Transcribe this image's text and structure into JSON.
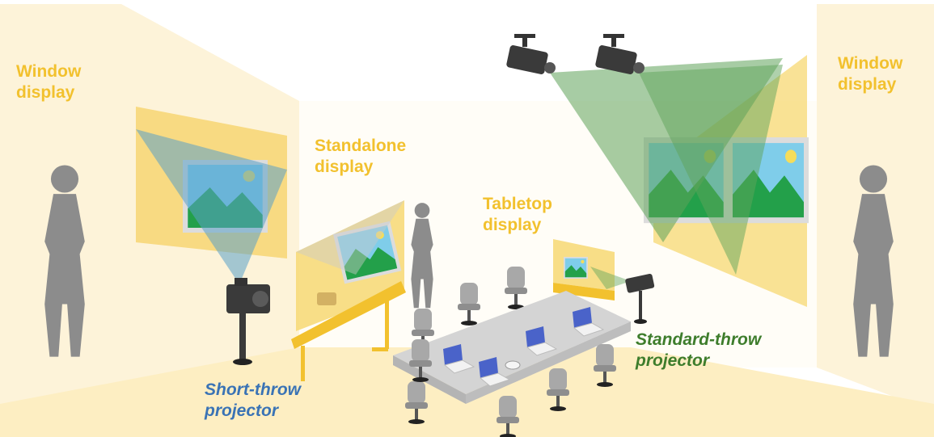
{
  "labels": {
    "window_left": [
      "Window",
      "display"
    ],
    "window_right": [
      "Window",
      "display"
    ],
    "standalone": [
      "Standalone",
      "display"
    ],
    "tabletop": [
      "Tabletop",
      "display"
    ],
    "short_throw": [
      "Short-throw",
      "projector"
    ],
    "standard_throw": [
      "Standard-throw",
      "projector"
    ]
  },
  "colors": {
    "display_yellow": "#f2c12e",
    "short_throw_blue": "#3a73b5",
    "standard_throw_green": "#3e7d2c",
    "room_cream": "#fdf3d9",
    "person_gray": "#8c8c8c"
  }
}
